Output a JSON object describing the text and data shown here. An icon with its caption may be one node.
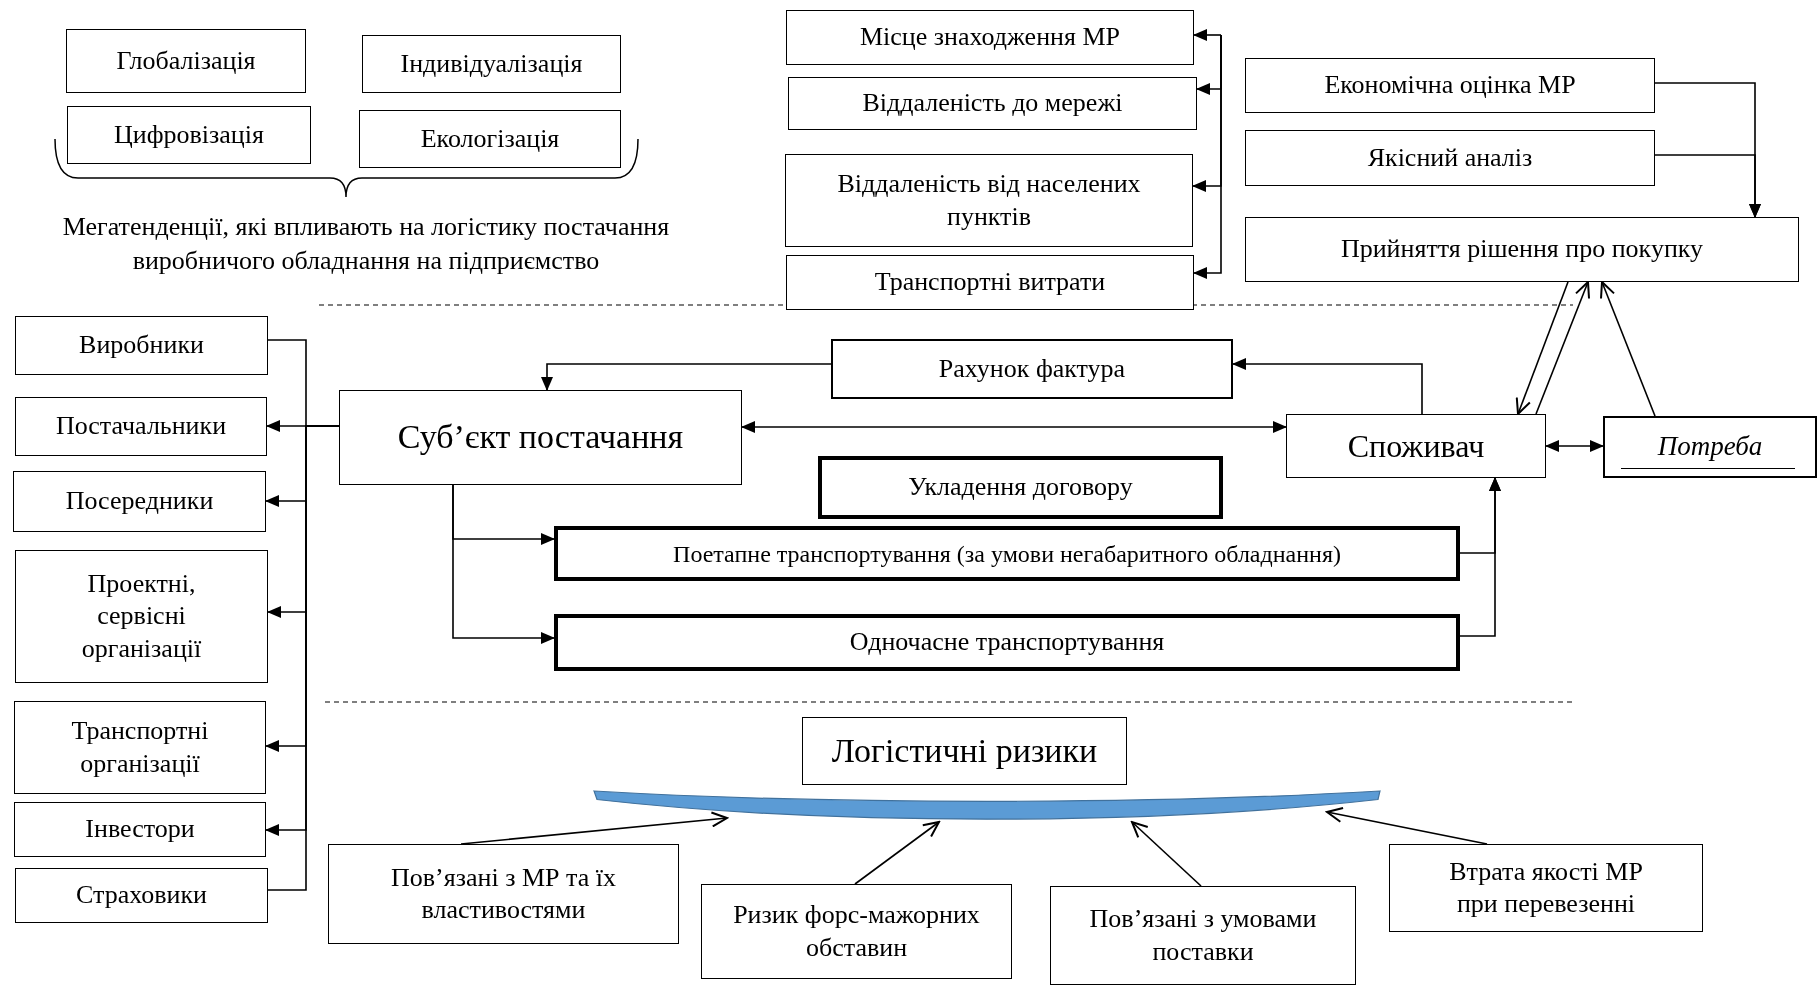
{
  "diagram": {
    "nodes": [
      {
        "text": [
          "Глобалізація"
        ]
      },
      {
        "text": [
          "Індивідуалізація"
        ]
      },
      {
        "text": [
          "Цифровізація"
        ]
      },
      {
        "text": [
          "Екологізація"
        ]
      },
      {
        "text": [
          "Місце знаходження МР"
        ]
      },
      {
        "text": [
          "Віддаленість до мережі"
        ]
      },
      {
        "text": [
          "Віддаленість від населених пунктів"
        ]
      },
      {
        "text": [
          "Транспортні витрати"
        ]
      },
      {
        "text": [
          "Економічна оцінка МР"
        ]
      },
      {
        "text": [
          "Якісний аналіз"
        ]
      },
      {
        "text": [
          "Прийняття рішення про покупку"
        ]
      },
      {
        "text": [
          "Виробники"
        ]
      },
      {
        "text": [
          "Постачальники"
        ]
      },
      {
        "text": [
          "Посередники"
        ]
      },
      {
        "text": [
          "Проектні, сервісні організації"
        ]
      },
      {
        "text": [
          "Транспортні організації"
        ]
      },
      {
        "text": [
          "Інвестори"
        ]
      },
      {
        "text": [
          "Страховики"
        ]
      },
      {
        "text": [
          "Суб’єкт постачання"
        ]
      },
      {
        "text": [
          "Рахунок фактура"
        ]
      },
      {
        "text": [
          "Споживач"
        ]
      },
      {
        "text": [
          "Потреба"
        ]
      },
      {
        "text": [
          "Укладення договору"
        ]
      },
      {
        "text": [
          "Поетапне транспортування (за умови негабаритного обладнання)"
        ]
      },
      {
        "text": [
          "Одночасне транспортування"
        ]
      },
      {
        "text": [
          "Логістичні ризики"
        ]
      },
      {
        "text": [],
        "shape": "bar"
      },
      {
        "text": [
          "Пов’язані з МР та їх властивостями"
        ]
      },
      {
        "text": [
          "Ризик форс-мажорних обставин"
        ]
      },
      {
        "text": [
          "Пов’язані з умовами поставки"
        ]
      },
      {
        "text": [
          "Втрата якості МР при перевезенні"
        ]
      }
    ],
    "edges": [
      {
        "from": null,
        "to": 4,
        "arrow": "to"
      },
      {
        "from": null,
        "to": 5,
        "arrow": "to"
      },
      {
        "from": null,
        "to": 6,
        "arrow": "to"
      },
      {
        "from": null,
        "to": 7,
        "arrow": "to"
      },
      {
        "from": 8,
        "to": 10,
        "arrow": "to"
      },
      {
        "from": 9,
        "to": 10,
        "arrow": "to"
      },
      {
        "from": 10,
        "to": 20,
        "arrow": "to"
      },
      {
        "from": 20,
        "to": 10,
        "arrow": "to"
      },
      {
        "from": 21,
        "to": 10,
        "arrow": "to"
      },
      {
        "from": 18,
        "to": 11,
        "arrow": "none"
      },
      {
        "from": 18,
        "to": 12,
        "arrow": "to"
      },
      {
        "from": 18,
        "to": 13,
        "arrow": "to"
      },
      {
        "from": 18,
        "to": 14,
        "arrow": "to"
      },
      {
        "from": 18,
        "to": 15,
        "arrow": "to"
      },
      {
        "from": 18,
        "to": 16,
        "arrow": "to"
      },
      {
        "from": 18,
        "to": 17,
        "arrow": "none"
      },
      {
        "from": 20,
        "to": 19,
        "arrow": "to"
      },
      {
        "from": 19,
        "to": 18,
        "arrow": "to"
      },
      {
        "from": 18,
        "to": 20,
        "arrow": "both"
      },
      {
        "from": 18,
        "to": 23,
        "arrow": "to"
      },
      {
        "from": 18,
        "to": 24,
        "arrow": "to"
      },
      {
        "from": 23,
        "to": 20,
        "arrow": "to"
      },
      {
        "from": 24,
        "to": 20,
        "arrow": "to"
      },
      {
        "from": 20,
        "to": 21,
        "arrow": "both"
      },
      {
        "from": 27,
        "to": 26,
        "arrow": "to"
      },
      {
        "from": 28,
        "to": 26,
        "arrow": "to"
      },
      {
        "from": 29,
        "to": 26,
        "arrow": "to"
      },
      {
        "from": 30,
        "to": 26,
        "arrow": "to"
      }
    ],
    "labels": [
      "Мегатенденції, які впливають на логістику постачання виробничого обладнання на підприємство"
    ]
  }
}
